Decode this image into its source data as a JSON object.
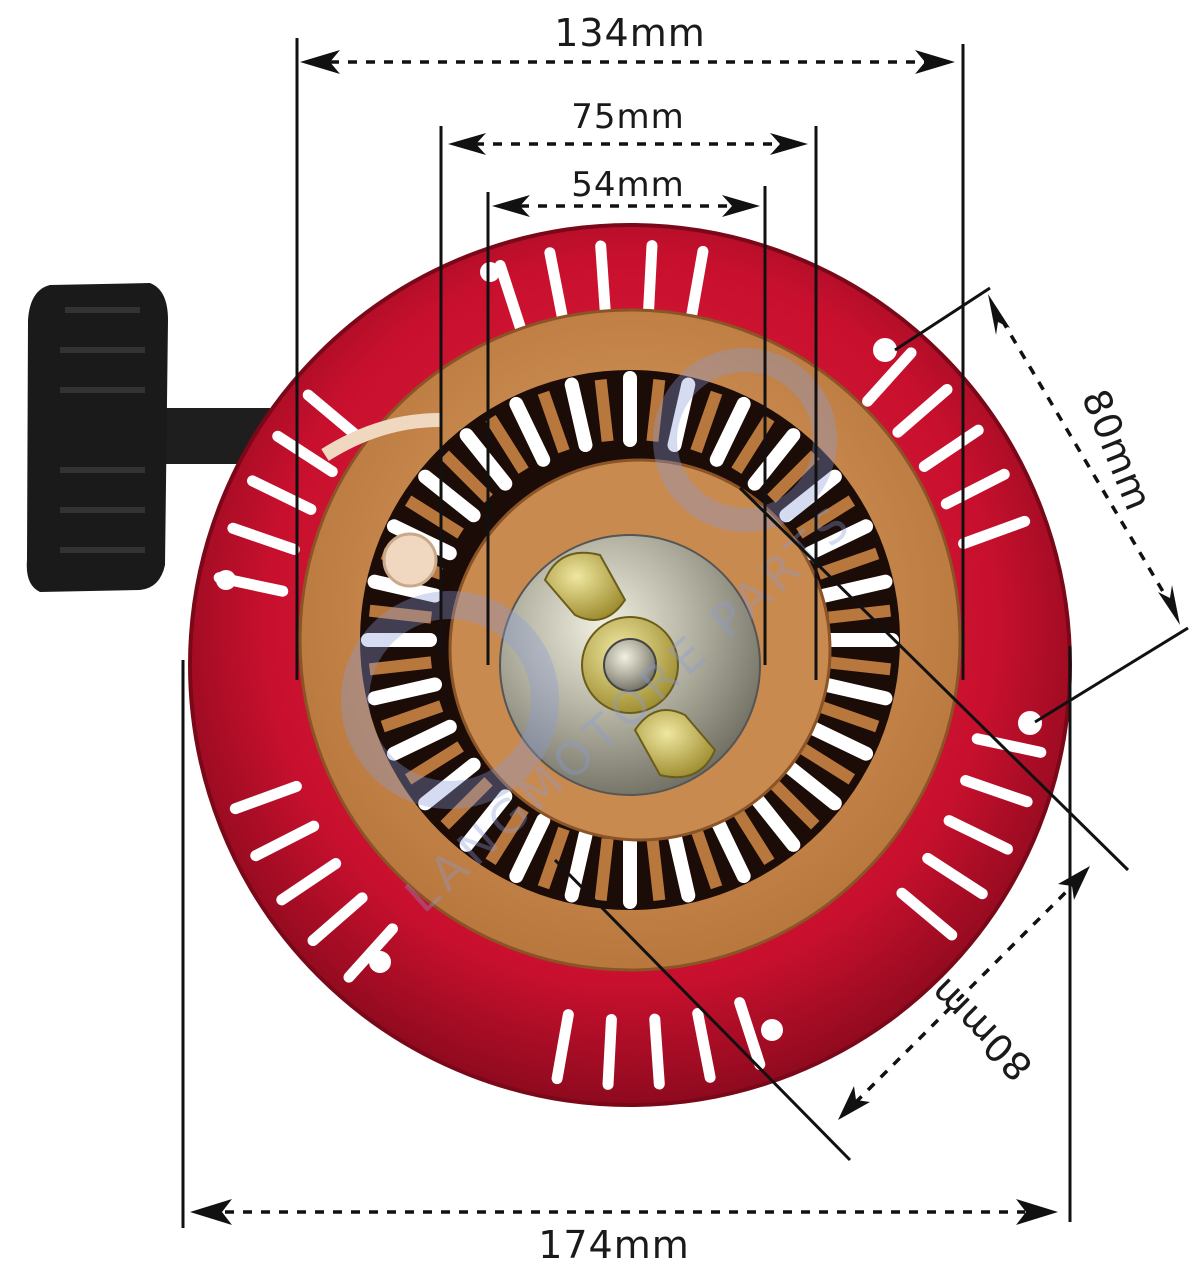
{
  "dimensions": {
    "top_outer": "134mm",
    "top_mid": "75mm",
    "top_inner": "54mm",
    "right_holes": "80mm",
    "lower_right_holes": "80mm",
    "bottom_overall": "174mm"
  },
  "watermark": {
    "text": "LANGMOTORE PARTS",
    "color": "#8a9bd8"
  },
  "colors": {
    "housing_red": "#c8102e",
    "housing_dark": "#8e0a1e",
    "pulley_tan": "#d48f55",
    "pulley_dark": "#a86a35",
    "hub_metal": "#c9b04a",
    "handle_black": "#1a1a1a",
    "rope": "#f0d8c0"
  }
}
